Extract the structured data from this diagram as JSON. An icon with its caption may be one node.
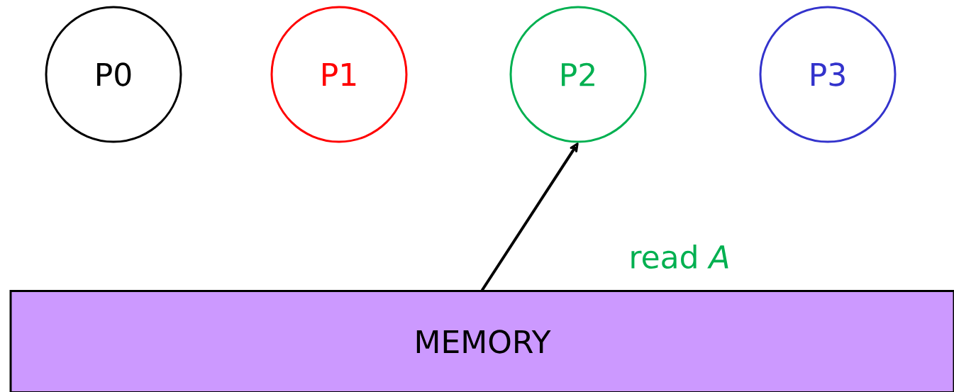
{
  "diagram": {
    "nodes": [
      {
        "text": [
          "P0"
        ]
      },
      {
        "text": [
          "P1"
        ]
      },
      {
        "text": [
          "P2"
        ]
      },
      {
        "text": [
          "P3"
        ]
      },
      {
        "text": [
          "MEMORY"
        ]
      }
    ],
    "edges": [
      {
        "from": 4,
        "to": 2,
        "arrow": "to",
        "label": "read *A*"
      }
    ]
  }
}
